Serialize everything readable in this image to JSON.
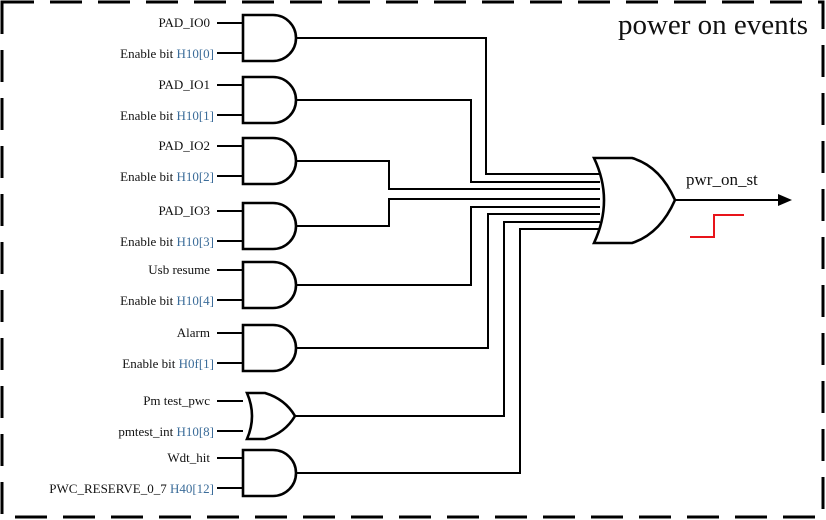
{
  "title": "power on events",
  "output_signal": "pwr_on_st",
  "output_waveform": "rising-edge-step",
  "waveform_color": "#e8141a",
  "register_color": "#3b6c99",
  "or_gate": {
    "type": "OR",
    "inputs": 8
  },
  "gates": [
    {
      "type": "AND",
      "in1": "PAD_IO0",
      "in2_prefix": "Enable bit ",
      "in2_reg": "H10[0]"
    },
    {
      "type": "AND",
      "in1": "PAD_IO1",
      "in2_prefix": "Enable bit ",
      "in2_reg": "H10[1]"
    },
    {
      "type": "AND",
      "in1": "PAD_IO2",
      "in2_prefix": "Enable bit ",
      "in2_reg": "H10[2]"
    },
    {
      "type": "AND",
      "in1": "PAD_IO3",
      "in2_prefix": "Enable bit ",
      "in2_reg": "H10[3]"
    },
    {
      "type": "AND",
      "in1": "Usb resume",
      "in2_prefix": "Enable bit ",
      "in2_reg": "H10[4]"
    },
    {
      "type": "AND",
      "in1": "Alarm",
      "in2_prefix": "Enable bit ",
      "in2_reg": "H0f[1]"
    },
    {
      "type": "OR",
      "in1": "Pm test_pwc",
      "in2_prefix": "pmtest_int ",
      "in2_reg": "H10[8]"
    },
    {
      "type": "AND",
      "in1": "Wdt_hit",
      "in2_prefix": "PWC_RESERVE_0_7 ",
      "in2_reg": "H40[12]"
    }
  ]
}
